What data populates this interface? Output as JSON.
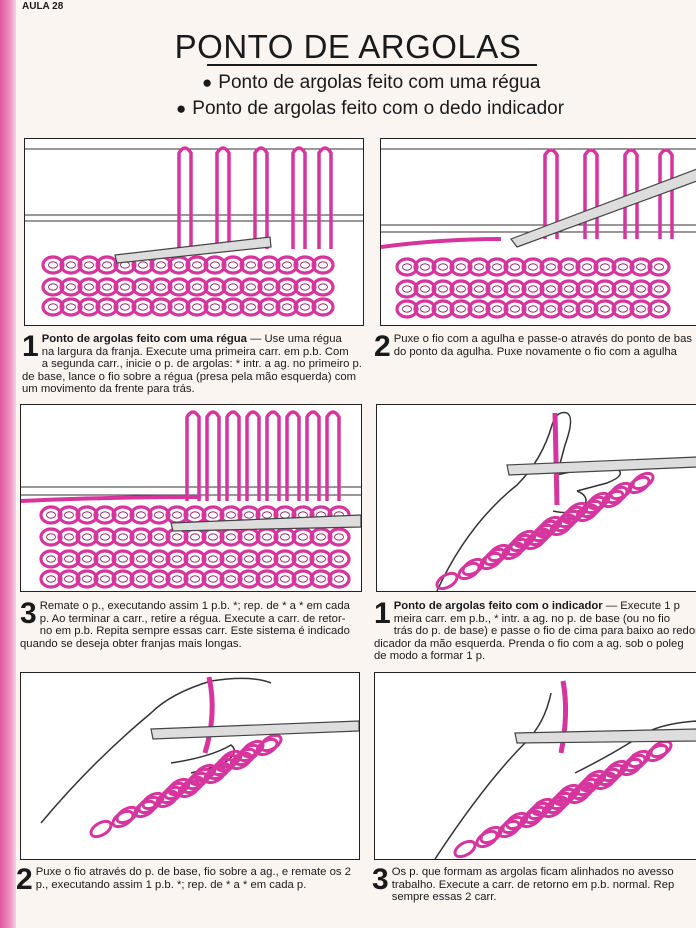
{
  "header": {
    "lesson": "AULA 28"
  },
  "title": "PONTO DE ARGOLAS",
  "subtitles": [
    "Ponto de argolas feito com uma régua",
    "Ponto de argolas feito com o dedo indicador"
  ],
  "colors": {
    "yarn": "#d6359e",
    "yarn_dark": "#8a1363",
    "edge": "#e0559f"
  },
  "steps": [
    {
      "number": "1",
      "heading": "Ponto de argolas feito com uma régua",
      "lines": [
        "Ponto de argolas feito com uma régua — Use uma régua",
        "na largura da franja. Execute uma primeira carr. em p.b. Com",
        "a segunda carr., inicie o p. de argolas: * intr. a ag. no primeiro p.",
        "de base, lance o fio sobre a régua (presa pela mão esquerda) com",
        "um movimento da frente para trás."
      ]
    },
    {
      "number": "2",
      "lines": [
        "Puxe o fio com a agulha e passe-o através do ponto de bas",
        "do ponto da agulha. Puxe novamente o fio com a agulha"
      ]
    },
    {
      "number": "3",
      "lines": [
        "Remate o p., executando assim 1 p.b. *; rep. de * a * em cada",
        "p. Ao terminar a carr., retire a régua. Execute a carr. de retor-",
        "no em p.b. Repita sempre essas carr. Este sistema é indicado",
        "quando se deseja obter franjas mais longas."
      ]
    },
    {
      "number": "1",
      "heading": "Ponto de argolas feito com o indicador",
      "lines": [
        "Ponto de argolas feito com o indicador — Execute 1 p",
        "meira carr. em p.b., * intr. a ag. no p. de base (ou no fio",
        "trás do p. de base) e passe o fio de cima para baixo ao redor do",
        "dicador da mão esquerda. Prenda o fio com a ag. sob o poleg",
        "de modo a formar 1 p."
      ]
    },
    {
      "number": "2",
      "lines": [
        "Puxe o fio através do p. de base, fio sobre a ag., e remate os 2",
        "p., executando assim 1 p.b. *; rep. de * a * em cada p."
      ]
    },
    {
      "number": "3",
      "lines": [
        "Os p. que formam as argolas ficam alinhados no avesso",
        "trabalho. Execute a carr. de retorno em p.b. normal. Rep",
        "sempre essas 2 carr."
      ]
    }
  ],
  "illustrations": [
    {
      "id": "ruler-step-1",
      "loops": 5
    },
    {
      "id": "ruler-step-2",
      "loops": 4
    },
    {
      "id": "ruler-step-3",
      "loops": 8
    },
    {
      "id": "finger-step-1"
    },
    {
      "id": "finger-step-2"
    },
    {
      "id": "finger-step-3"
    }
  ]
}
